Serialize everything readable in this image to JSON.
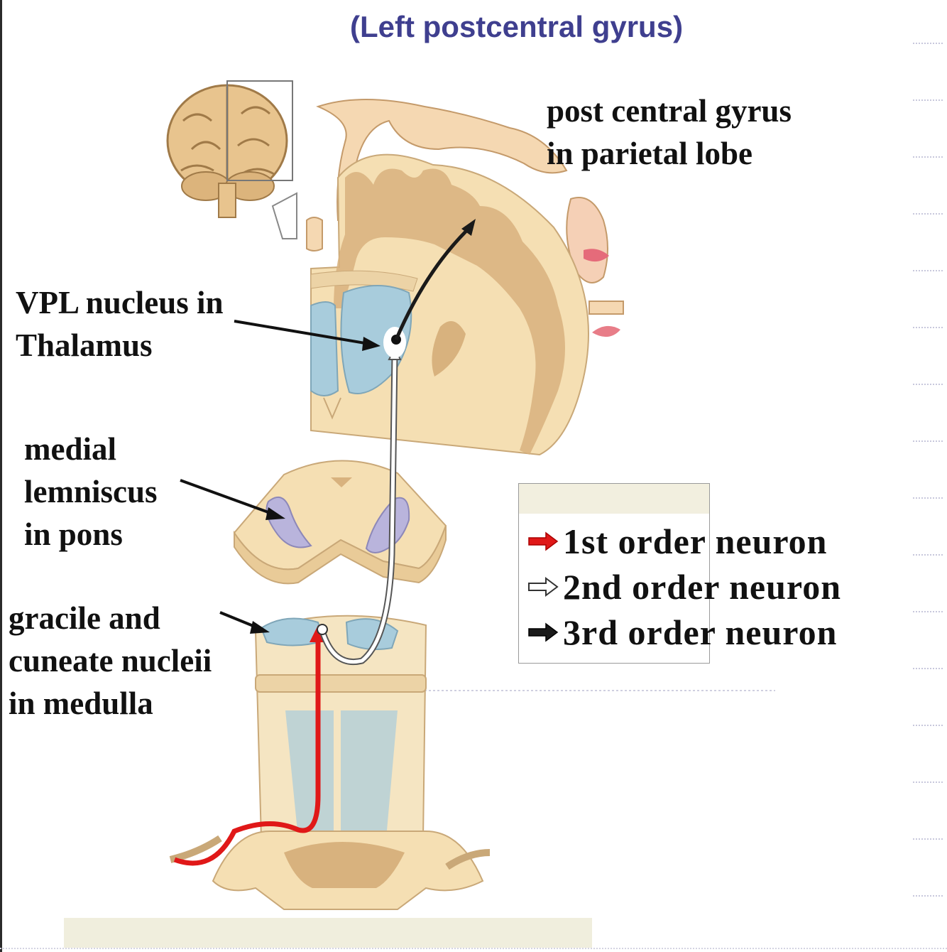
{
  "title": "(Left postcentral gyrus)",
  "labels": {
    "cortex": [
      "post central gyrus",
      "in parietal lobe"
    ],
    "thalamus": [
      "VPL nucleus in",
      "Thalamus"
    ],
    "pons": [
      "medial",
      "lemniscus",
      "in pons"
    ],
    "medulla": [
      "gracile and",
      "cuneate nucleii",
      "in medulla"
    ]
  },
  "legend": {
    "items": [
      {
        "label": "1st order neuron",
        "icon": "red-arrow-icon",
        "color": "#e01818"
      },
      {
        "label": "2nd order neuron",
        "icon": "white-arrow-icon",
        "color": "#ffffff"
      },
      {
        "label": "3rd order neuron",
        "icon": "black-arrow-icon",
        "color": "#1a1a1a"
      }
    ]
  },
  "colors": {
    "title": "#3f3f8f",
    "tissue": "#f5dfb3",
    "grey_matter": "#d8b27e",
    "nucleus": "#a8ccdc",
    "lemniscus": "#b9b4dc",
    "first_order": "#e01818",
    "third_order": "#1a1a1a"
  }
}
